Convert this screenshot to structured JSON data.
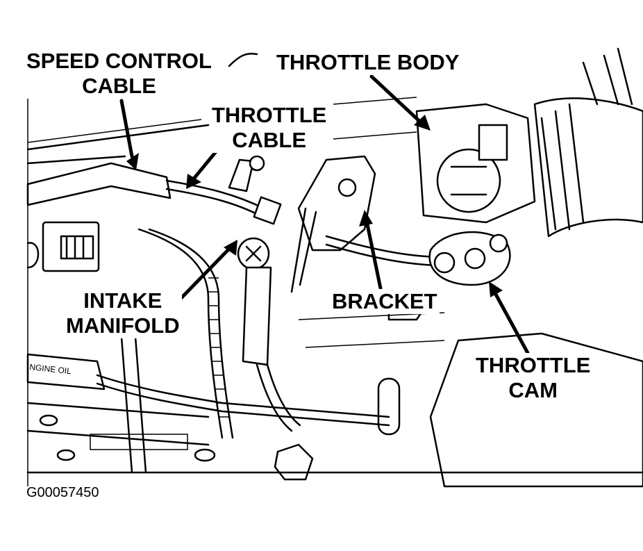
{
  "labels": {
    "speed_control_cable_line1": "SPEED CONTROL",
    "speed_control_cable_line2": "CABLE",
    "throttle_body": "THROTTLE BODY",
    "throttle_cable_line1": "THROTTLE",
    "throttle_cable_line2": "CABLE",
    "intake_manifold_line1": "INTAKE",
    "intake_manifold_line2": "MANIFOLD",
    "bracket": "BRACKET",
    "throttle_cam_line1": "THROTTLE",
    "throttle_cam_line2": "CAM",
    "engine_oil_tag": "NGINE OIL"
  },
  "figure_id": "G00057450",
  "colors": {
    "ink": "#000000",
    "paper": "#ffffff"
  }
}
